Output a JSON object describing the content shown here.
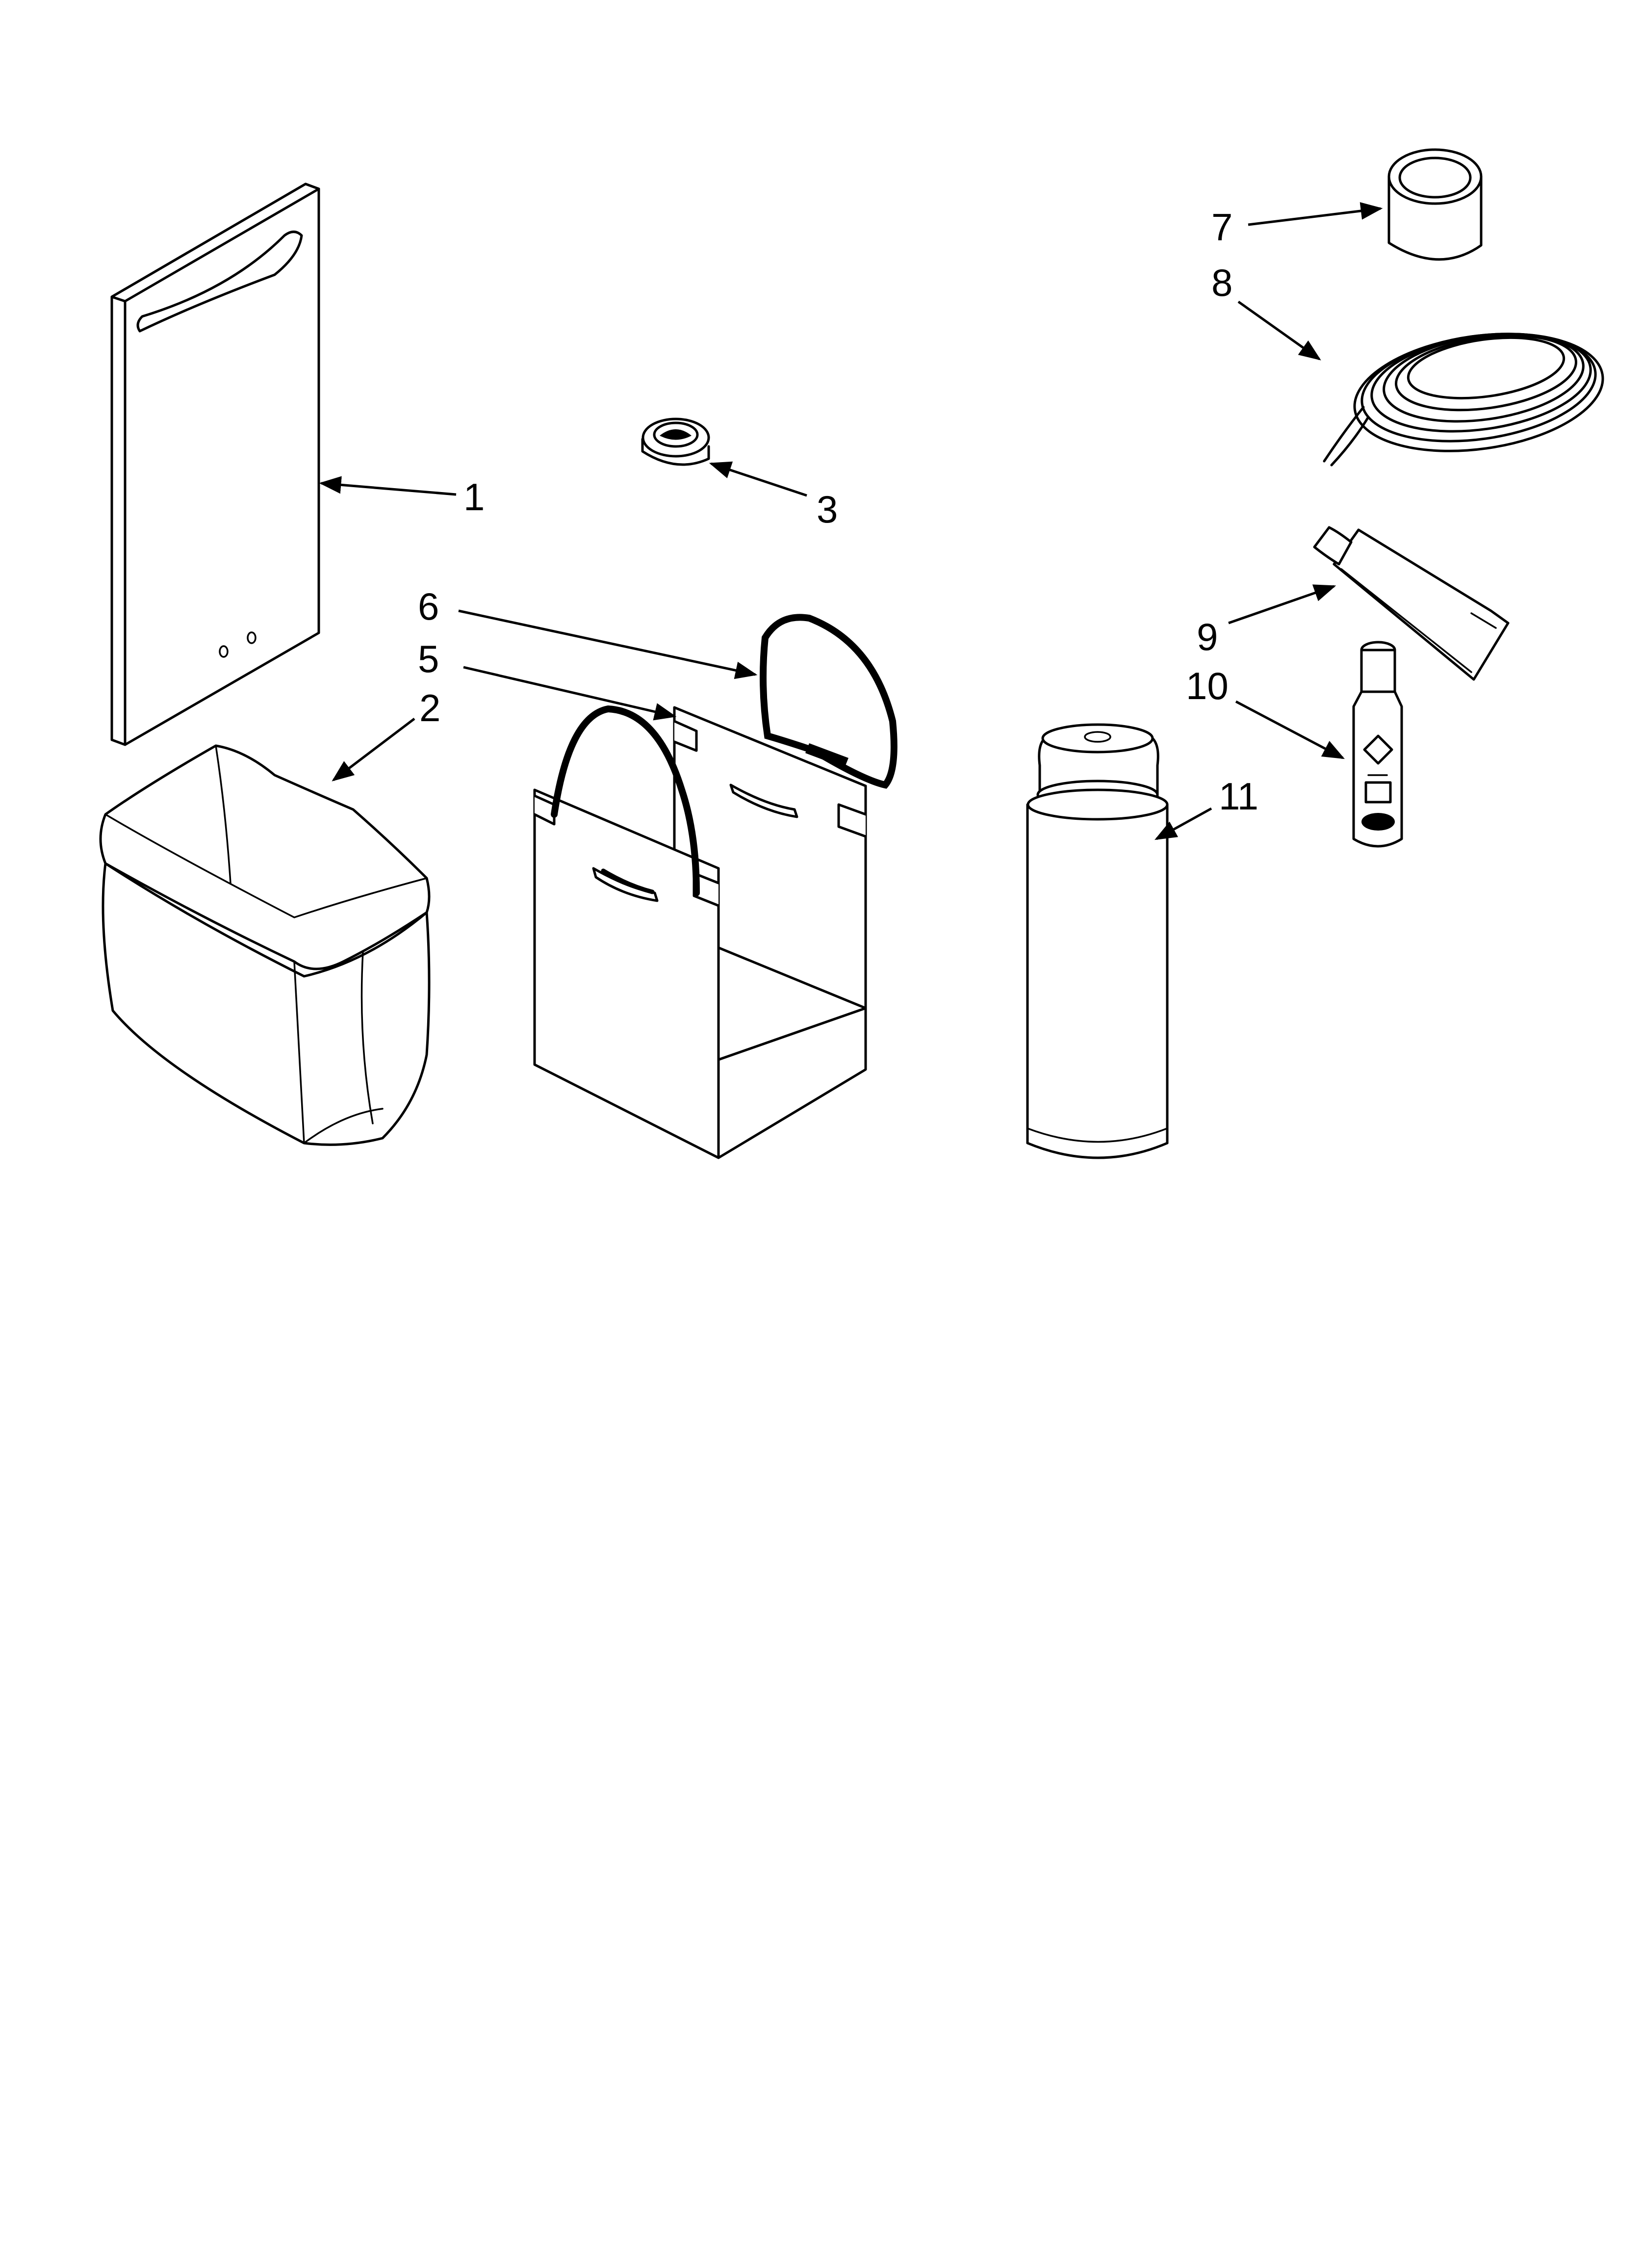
{
  "callouts": {
    "c1": "1",
    "c2": "2",
    "c3": "3",
    "c5": "5",
    "c6": "6",
    "c7": "7",
    "c8": "8",
    "c9": "9",
    "c10": "10",
    "c11": "11"
  },
  "parts": [
    {
      "callout": "1",
      "icon": "door-panel"
    },
    {
      "callout": "2",
      "icon": "compactor-bag"
    },
    {
      "callout": "3",
      "icon": "air-filter"
    },
    {
      "callout": "5",
      "icon": "bag-container"
    },
    {
      "callout": "6",
      "icon": "bag-handle"
    },
    {
      "callout": "7",
      "icon": "tape-roll"
    },
    {
      "callout": "8",
      "icon": "coiled-cord"
    },
    {
      "callout": "9",
      "icon": "touch-up-tube"
    },
    {
      "callout": "10",
      "icon": "touch-up-pen"
    },
    {
      "callout": "11",
      "icon": "spray-can"
    }
  ]
}
